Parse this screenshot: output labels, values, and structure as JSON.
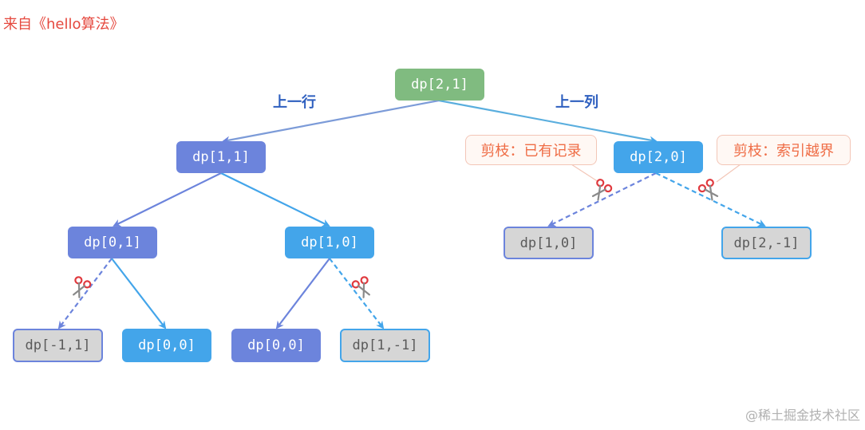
{
  "source_label": "来自《hello算法》",
  "watermark": "@稀土掘金技术社区",
  "edge_labels": {
    "left": "上一行",
    "right": "上一列"
  },
  "nodes": {
    "root": "dp[2,1]",
    "n11": "dp[1,1]",
    "n20": "dp[2,0]",
    "n01": "dp[0,1]",
    "n10a": "dp[1,0]",
    "n10b": "dp[1,0]",
    "n2m1": "dp[2,-1]",
    "nm11": "dp[-1,1]",
    "n00a": "dp[0,0]",
    "n00b": "dp[0,0]",
    "n1m1": "dp[1,-1]"
  },
  "callouts": {
    "visited": "剪枝：已有记录",
    "out_of_bounds": "剪枝：索引越界"
  },
  "colors": {
    "purple": "#6c84dc",
    "blue": "#43a5ea",
    "green": "#80bb80",
    "gray": "#d6d6d6",
    "scissors": "#e0393e"
  },
  "icons": [
    "scissors-icon"
  ]
}
